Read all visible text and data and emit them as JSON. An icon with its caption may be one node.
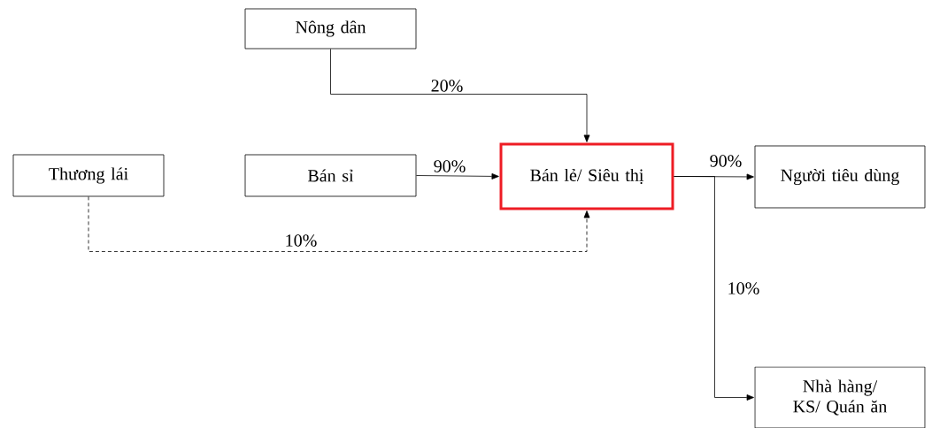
{
  "diagram": {
    "nodes": [
      {
        "text": [
          "Nông dân"
        ]
      },
      {
        "text": [
          "Thương lái"
        ]
      },
      {
        "text": [
          "Bán sỉ"
        ]
      },
      {
        "text": [
          "Bán lẻ/ Siêu thị"
        ]
      },
      {
        "text": [
          "Người tiêu dùng"
        ]
      },
      {
        "text": [
          "Nhà hàng/ KS/ Quán ăn"
        ]
      }
    ],
    "edges": [
      {
        "from": 0,
        "to": 3,
        "arrow": "to",
        "label": "20%"
      },
      {
        "from": 2,
        "to": 3,
        "arrow": "to",
        "label": "90%"
      },
      {
        "from": 1,
        "to": 3,
        "arrow": "to",
        "label": "10%",
        "style": "dashed"
      },
      {
        "from": 3,
        "to": 4,
        "arrow": "to",
        "label": "90%"
      },
      {
        "from": 3,
        "to": 5,
        "arrow": "to",
        "label": "10%"
      }
    ]
  }
}
